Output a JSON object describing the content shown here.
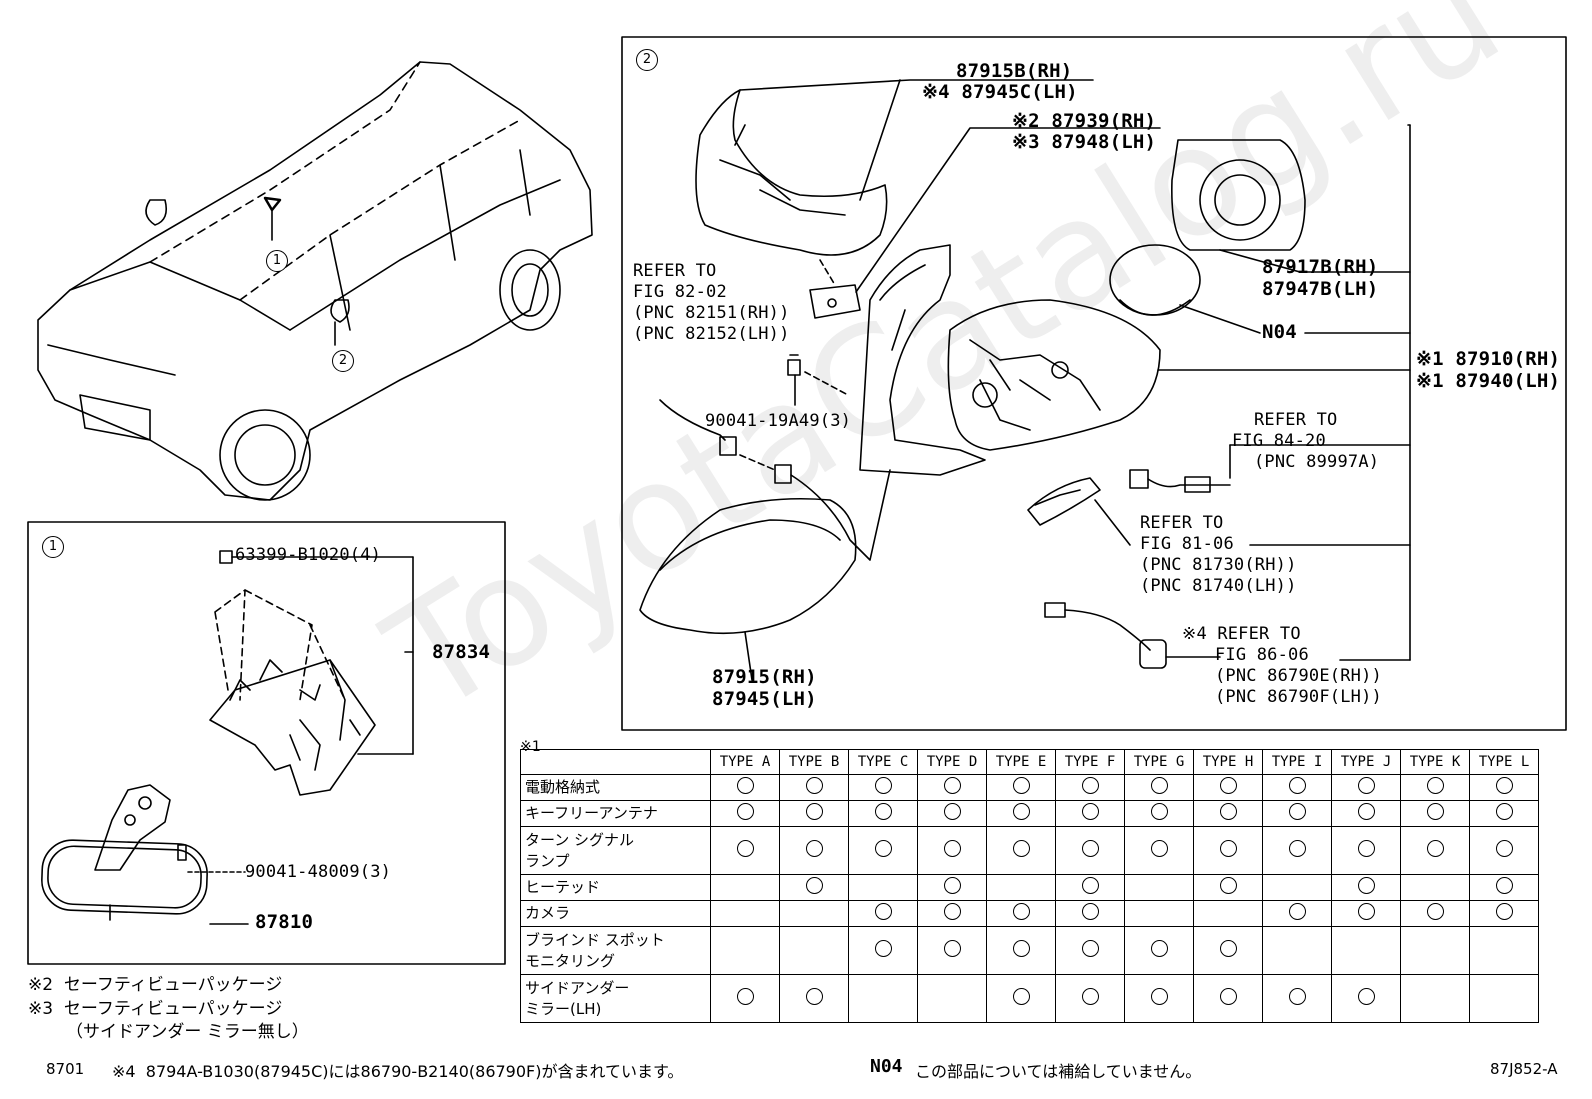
{
  "watermark": "ToyotaCatalog.ru",
  "callouts": {
    "c1": "1",
    "c2": "2"
  },
  "detail1": {
    "labels": {
      "p63399": "63399-B1020(4)",
      "p87834": "87834",
      "p90041b": "90041-48009(3)",
      "p87810": "87810"
    }
  },
  "detail2": {
    "labels": {
      "p87915b": "87915B(RH)",
      "p87945c": "※4 87945C(LH)",
      "p87939": "※2 87939(RH)",
      "p87948": "※3 87948(LH)",
      "p87917b": "87917B(RH)",
      "p87947b": "87947B(LH)",
      "n04": "N04",
      "p87910": "※1 87910(RH)",
      "p87940": "※1 87940(LH)",
      "ref1a": "REFER TO",
      "ref1b": "FIG 82-02",
      "ref1c": "(PNC 82151(RH))",
      "ref1d": "(PNC 82152(LH))",
      "p90041a": "90041-19A49(3)",
      "ref2a": "REFER TO",
      "ref2b": "FIG 84-20",
      "ref2c": "(PNC 89997A)",
      "ref3a": "REFER TO",
      "ref3b": "FIG 81-06",
      "ref3c": "(PNC 81730(RH))",
      "ref3d": "(PNC 81740(LH))",
      "ref4a": "※4 REFER TO",
      "ref4b": "FIG 86-06",
      "ref4c": "(PNC 86790E(RH))",
      "ref4d": "(PNC 86790F(LH))",
      "p87915": "87915(RH)",
      "p87945": "87945(LH)"
    }
  },
  "table": {
    "note": "※1",
    "types": [
      "TYPE A",
      "TYPE B",
      "TYPE C",
      "TYPE D",
      "TYPE E",
      "TYPE F",
      "TYPE G",
      "TYPE H",
      "TYPE I",
      "TYPE J",
      "TYPE K",
      "TYPE L"
    ],
    "rows": [
      {
        "feature": "電動格納式",
        "marks": [
          1,
          1,
          1,
          1,
          1,
          1,
          1,
          1,
          1,
          1,
          1,
          1
        ]
      },
      {
        "feature": "キーフリーアンテナ",
        "marks": [
          1,
          1,
          1,
          1,
          1,
          1,
          1,
          1,
          1,
          1,
          1,
          1
        ]
      },
      {
        "feature": "ターン シグナル\nランプ",
        "marks": [
          1,
          1,
          1,
          1,
          1,
          1,
          1,
          1,
          1,
          1,
          1,
          1
        ]
      },
      {
        "feature": "ヒーテッド",
        "marks": [
          0,
          1,
          0,
          1,
          0,
          1,
          0,
          1,
          0,
          1,
          0,
          1
        ]
      },
      {
        "feature": "カメラ",
        "marks": [
          0,
          0,
          1,
          1,
          1,
          1,
          0,
          0,
          1,
          1,
          1,
          1
        ]
      },
      {
        "feature": "ブラインド スポット\nモニタリング",
        "marks": [
          0,
          0,
          1,
          1,
          1,
          1,
          1,
          1,
          0,
          0,
          0,
          0
        ]
      },
      {
        "feature": "サイドアンダー\nミラー(LH)",
        "marks": [
          1,
          1,
          0,
          0,
          1,
          1,
          1,
          1,
          1,
          1,
          0,
          0
        ]
      }
    ]
  },
  "notes": {
    "n2": "※2  セーフティビューパッケージ",
    "n3": "※3  セーフティビューパッケージ",
    "n3b": "（サイドアンダー ミラー無し）"
  },
  "footer": {
    "code": "8701",
    "note4": "※4  8794A-B1030(87945C)には86790-B2140(86790F)が含まれています。",
    "n04_label": "N04",
    "n04_text": "この部品については補給していません。",
    "ref": "87J852-A"
  }
}
